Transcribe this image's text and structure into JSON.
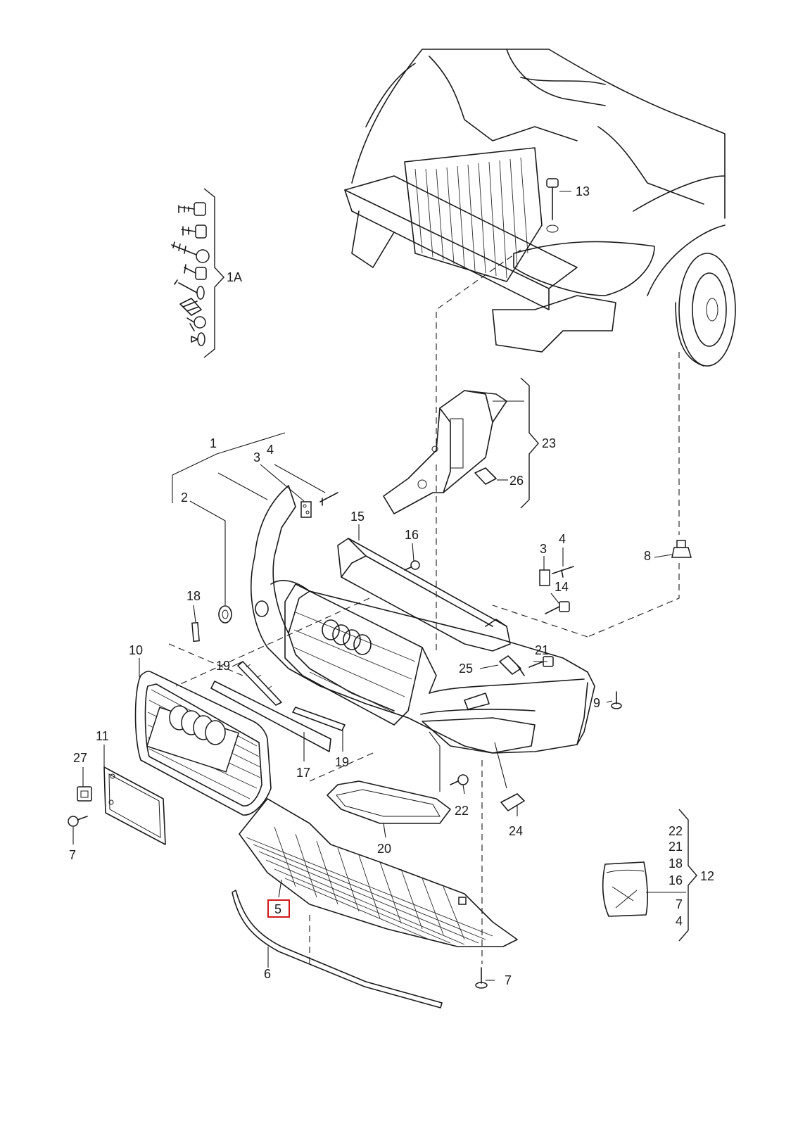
{
  "diagram": {
    "highlight_color": "#d01818",
    "line_color": "#1a1a1a",
    "background": "#ffffff",
    "labels": {
      "l1": "1",
      "l1A": "1A",
      "l2": "2",
      "l3a": "3",
      "l3b": "3",
      "l4a": "4",
      "l4b": "4",
      "l5": "5",
      "l6": "6",
      "l7a": "7",
      "l7b": "7",
      "l8": "8",
      "l9": "9",
      "l10": "10",
      "l11": "11",
      "l12": "12",
      "l13": "13",
      "l14": "14",
      "l15": "15",
      "l16": "16",
      "l17": "17",
      "l18": "18",
      "l19a": "19",
      "l19b": "19",
      "l20": "20",
      "l21": "21",
      "l22": "22",
      "l23": "23",
      "l24": "24",
      "l25": "25",
      "l26": "26",
      "l27": "27"
    },
    "kit_12_items": [
      "22",
      "21",
      "18",
      "16",
      "7",
      "4"
    ]
  }
}
